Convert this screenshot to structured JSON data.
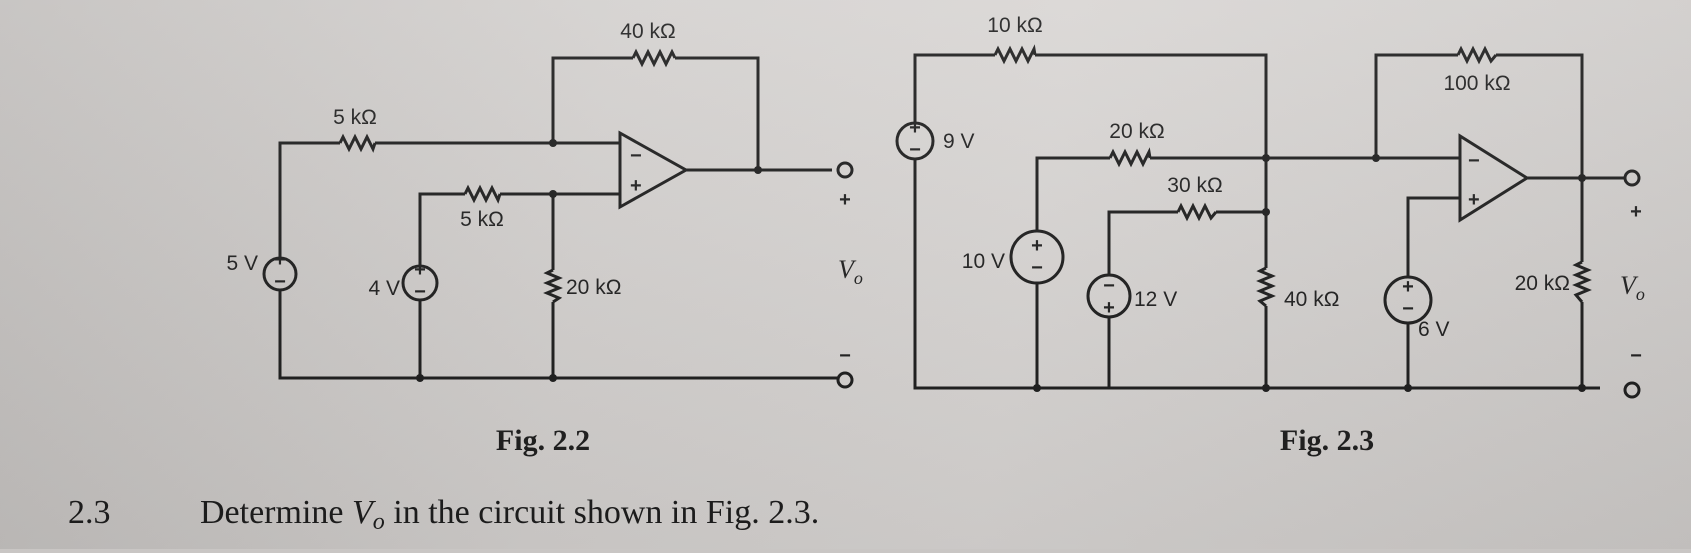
{
  "fig22": {
    "r_40k": "40 kΩ",
    "r_5k_top": "5 kΩ",
    "r_5k_mid": "5 kΩ",
    "r_20k": "20 kΩ",
    "src_5v": "5 V",
    "src_4v": "4 V",
    "out_label": "V",
    "out_sub": "o",
    "caption": "Fig. 2.2"
  },
  "fig23": {
    "r_10k": "10 kΩ",
    "r_20k": "20 kΩ",
    "r_30k": "30 kΩ",
    "r_40k": "40 kΩ",
    "r_100k": "100 kΩ",
    "r_20k_load": "20 kΩ",
    "src_9v": "9 V",
    "src_10v": "10 V",
    "src_12v": "12 V",
    "src_6v": "6 V",
    "out_label": "V",
    "out_sub": "o",
    "caption": "Fig. 2.3"
  },
  "problem": {
    "number": "2.3",
    "text_before": "Determine ",
    "var": "V",
    "var_sub": "o",
    "text_after": " in the circuit shown in Fig. 2.3."
  }
}
